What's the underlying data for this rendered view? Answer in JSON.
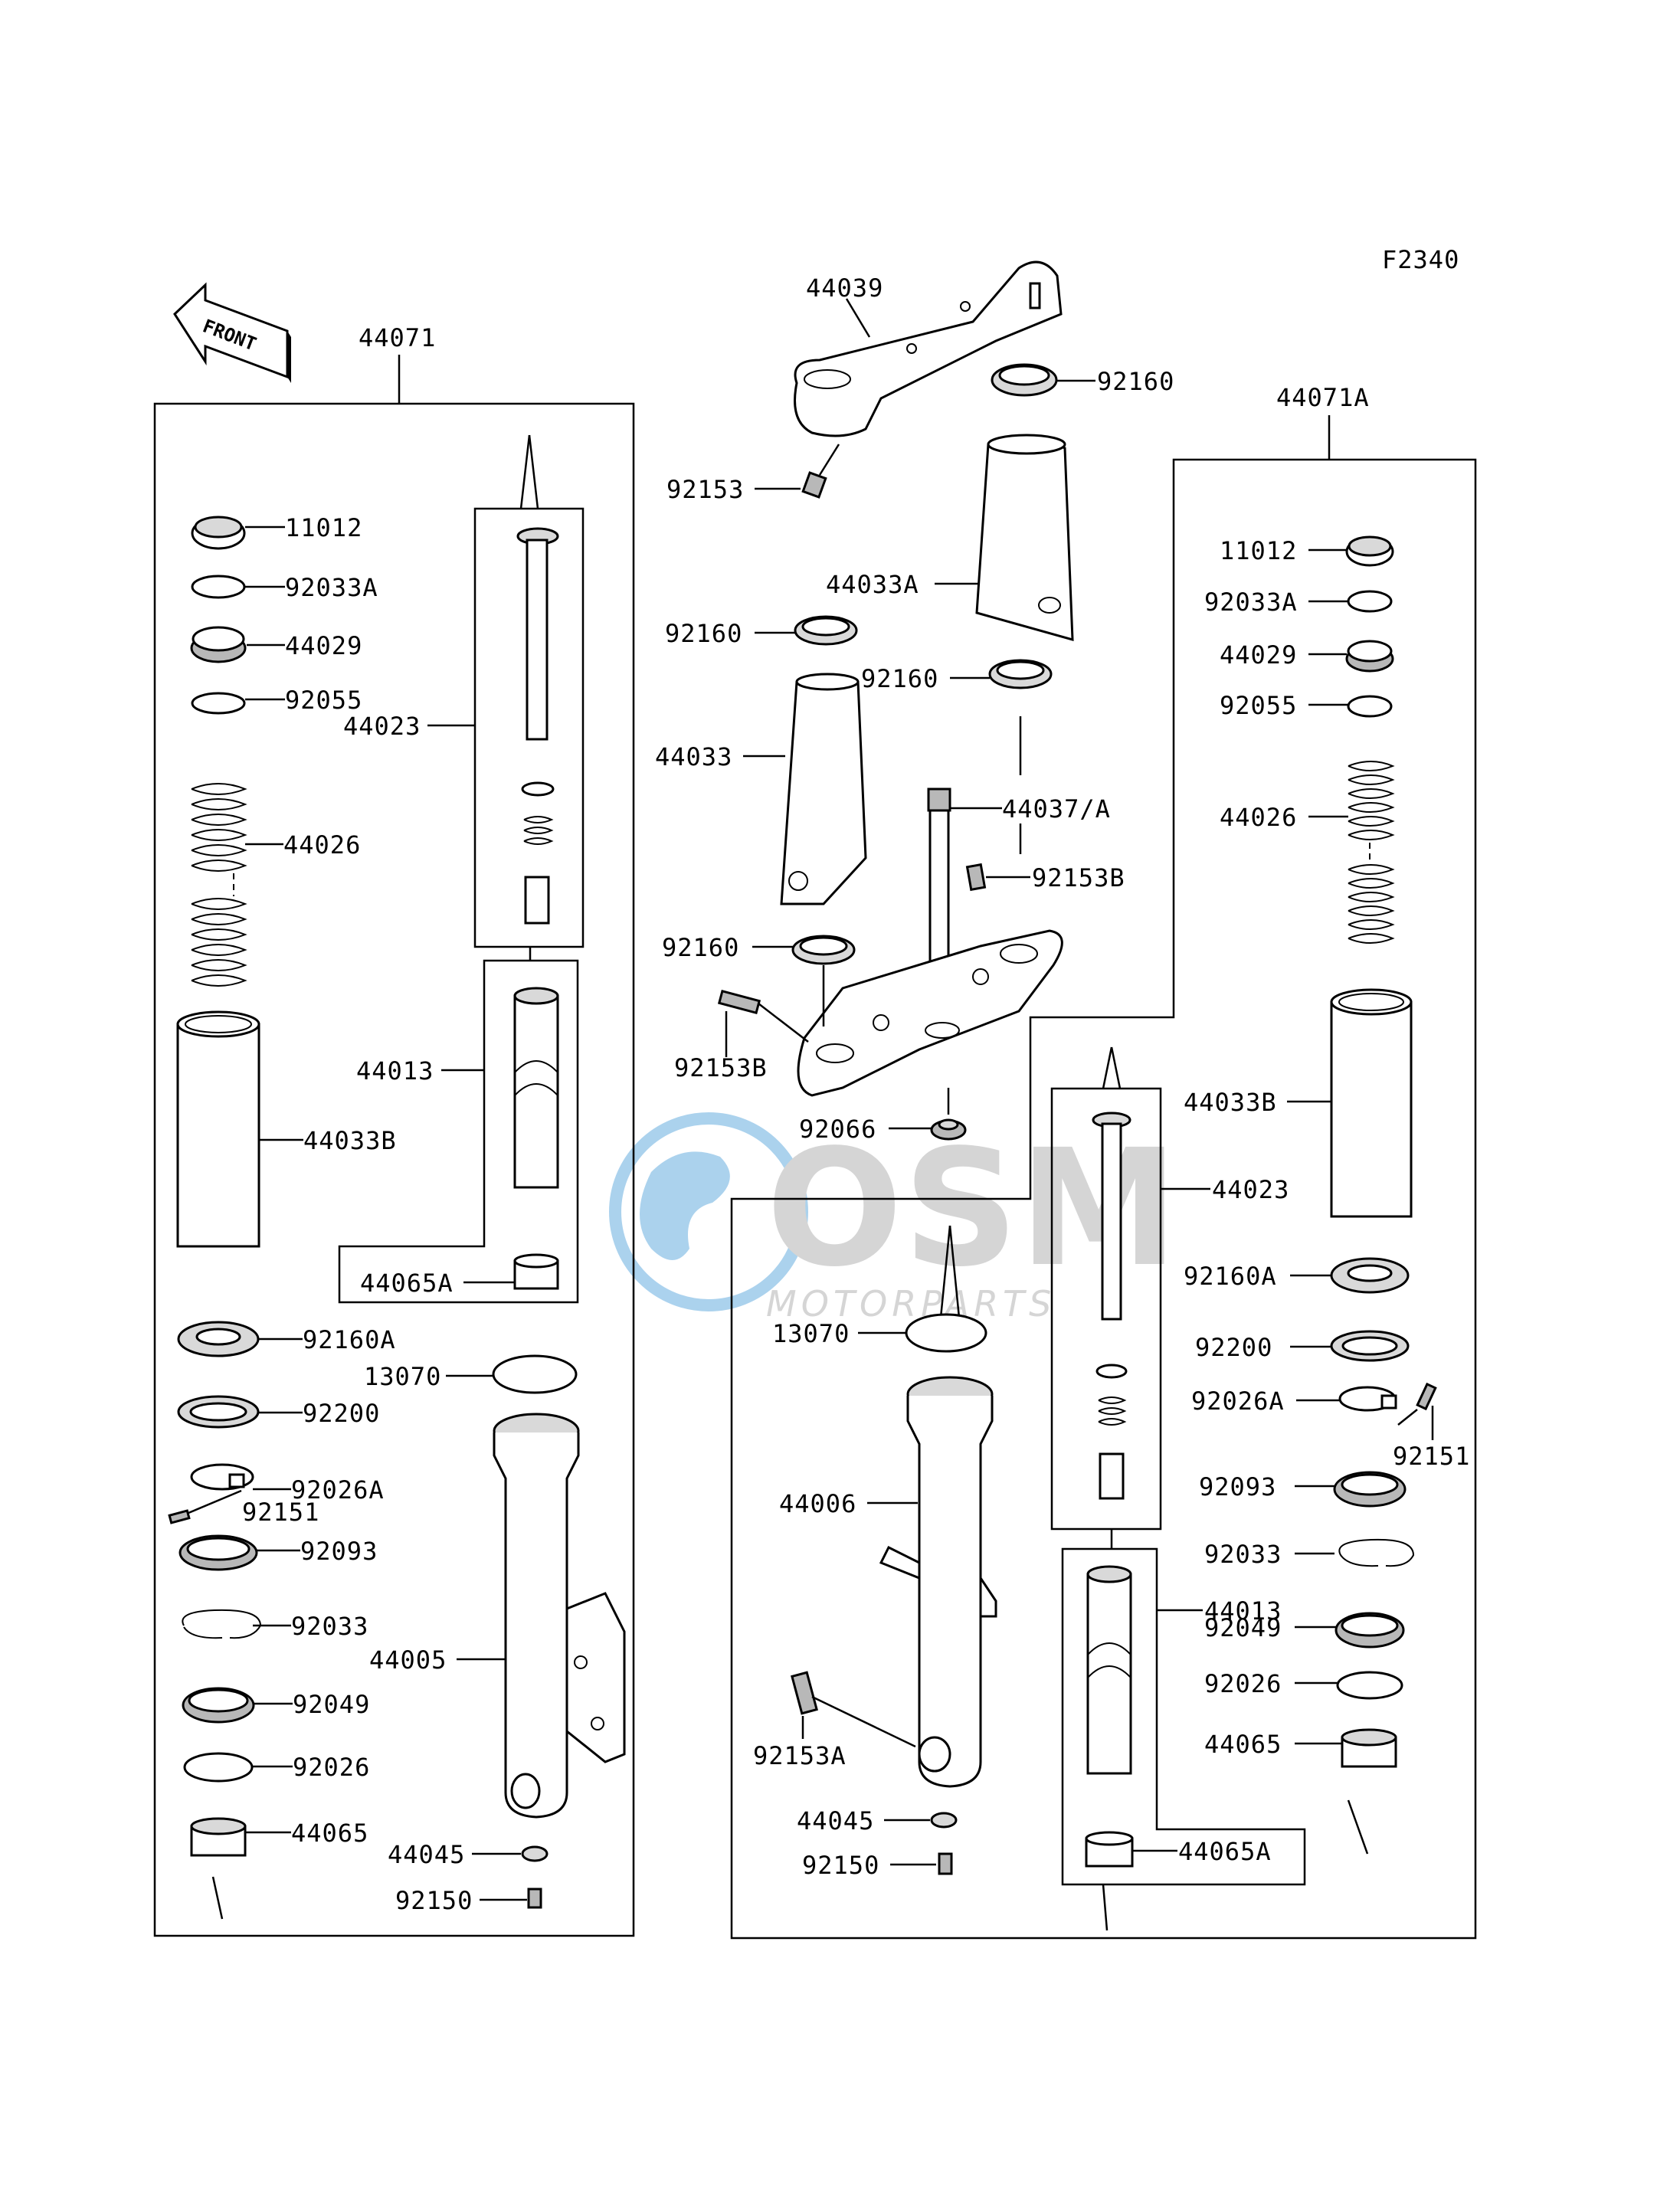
{
  "figure_code": "F2340",
  "front_indicator": "FRONT",
  "watermark": {
    "brand": "OSM",
    "sub": "MOTORPARTS",
    "color": "#8fc3e8",
    "gray": "#c8c8c8"
  },
  "assemblies": {
    "left": "44071",
    "right": "44071A"
  },
  "labels": {
    "p44039": "44039",
    "p92160_top": "92160",
    "p92153": "92153",
    "p44033A": "44033A",
    "p92160_a": "92160",
    "p92160_b": "92160",
    "p44033": "44033",
    "p44037": "44037/A",
    "p92153B_a": "92153B",
    "p92160_c": "92160",
    "p92153B_b": "92153B",
    "p92066": "92066",
    "p13070_c": "13070",
    "p44006": "44006",
    "p92153A": "92153A",
    "p44045_c": "44045",
    "p92150_c": "92150",
    "L11012": "11012",
    "L92033A": "92033A",
    "L44029": "44029",
    "L92055": "92055",
    "L44023": "44023",
    "L44026": "44026",
    "L44013": "44013",
    "L44033B": "44033B",
    "L44065A": "44065A",
    "L92160A": "92160A",
    "L13070": "13070",
    "L92200": "92200",
    "L92026A": "92026A",
    "L92151": "92151",
    "L92093": "92093",
    "L92033": "92033",
    "L44005": "44005",
    "L92049": "92049",
    "L92026": "92026",
    "L44065": "44065",
    "L44045": "44045",
    "L92150": "92150",
    "R11012": "11012",
    "R92033A": "92033A",
    "R44029": "44029",
    "R92055": "92055",
    "R44026": "44026",
    "R44033B": "44033B",
    "R44023": "44023",
    "R92160A": "92160A",
    "R92200": "92200",
    "R92026A": "92026A",
    "R92151": "92151",
    "R92093": "92093",
    "R92033": "92033",
    "R44013": "44013",
    "R92049": "92049",
    "R92026": "92026",
    "R44065": "44065",
    "R44065A": "44065A"
  }
}
